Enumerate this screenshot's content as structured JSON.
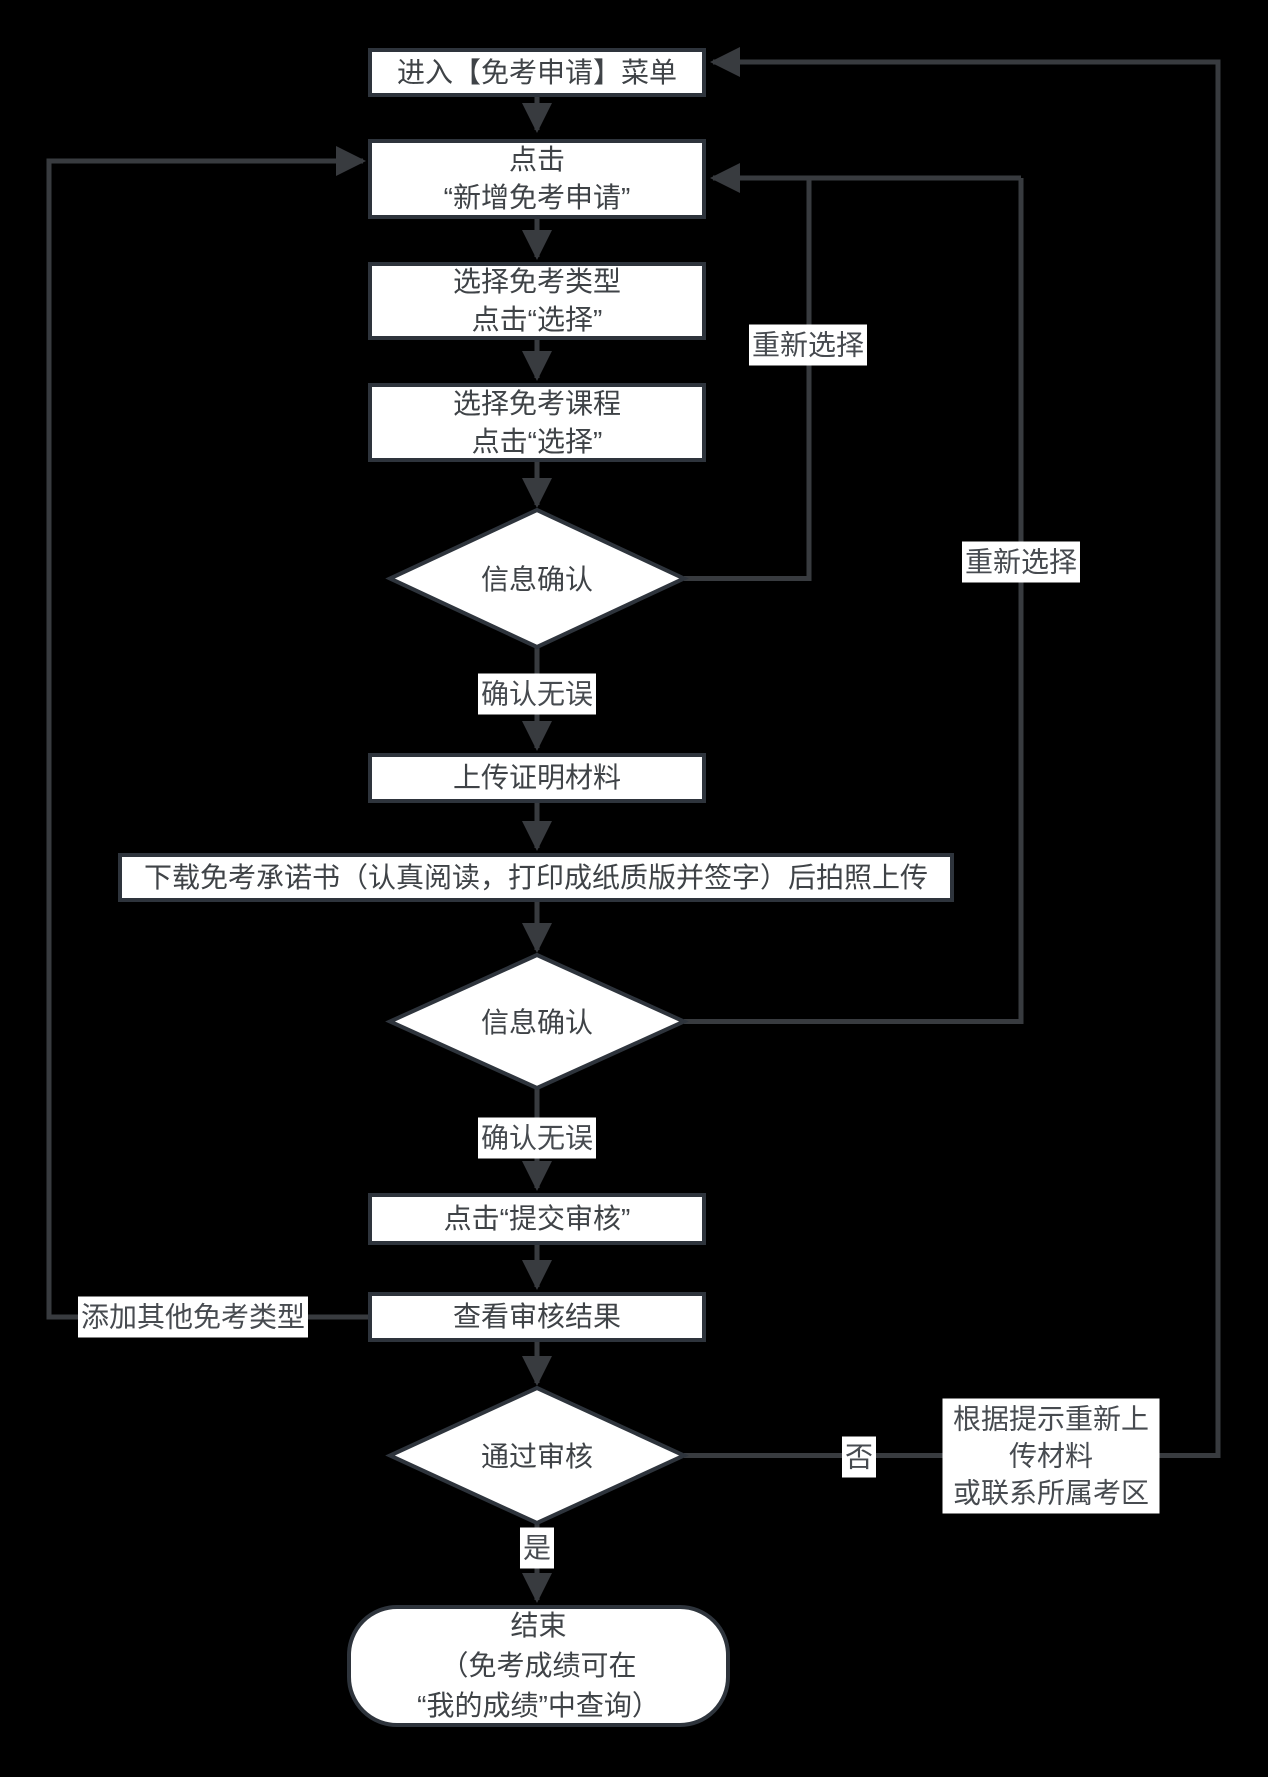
{
  "flowchart": {
    "title_hint": "免考申请流程图",
    "colors": {
      "background": "#000000",
      "node_fill": "#ffffff",
      "node_border": "#2e343c",
      "connector": "#383b3f",
      "node_text": "#3f4347",
      "label_text": "#474b50"
    },
    "nodes": {
      "start": "进入【免考申请】菜单",
      "new_application": "点击\n“新增免考申请”",
      "select_type": "选择免考类型\n点击“选择”",
      "select_course": "选择免考课程\n点击“选择”",
      "confirm_info_1": "信息确认",
      "upload_materials": "上传证明材料",
      "download_commitment": "下载免考承诺书（认真阅读，打印成纸质版并签字）后拍照上传",
      "confirm_info_2": "信息确认",
      "submit_review": "点击“提交审核”",
      "view_result": "查看审核结果",
      "pass_review": "通过审核",
      "end": "结束\n（免考成绩可在\n“我的成绩”中查询）"
    },
    "edge_labels": {
      "confirm_ok_1": "确认无误",
      "confirm_ok_2": "确认无误",
      "reselect_1": "重新选择",
      "reselect_2": "重新选择",
      "add_other_type": "添加其他免考类型",
      "yes": "是",
      "no": "否",
      "reupload_notice": "根据提示重新上传材料\n或联系所属考区"
    }
  }
}
